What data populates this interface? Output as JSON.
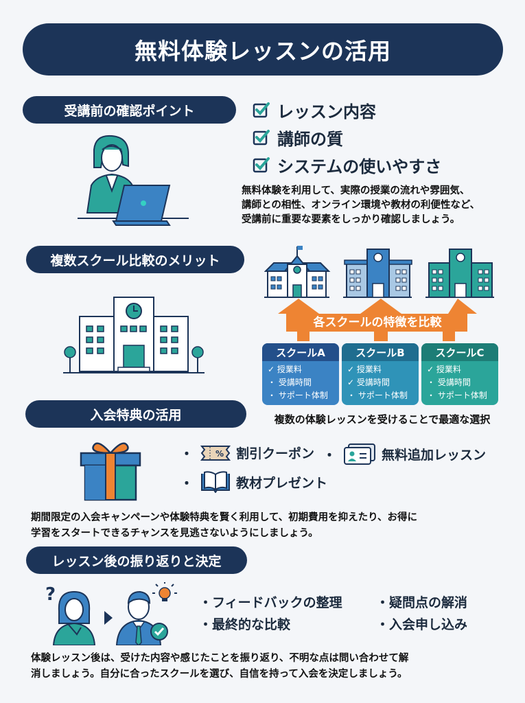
{
  "title": "無料体験レッスンの活用",
  "colors": {
    "navy": "#1c3458",
    "teal": "#2ba59a",
    "blue": "#3b83c4",
    "orange": "#ee8433",
    "background": "#f4f6f9"
  },
  "section1": {
    "heading": "受講前の確認ポイント",
    "illustration": "woman-at-laptop-icon",
    "checklist": [
      {
        "icon": "checkbox-checked-icon",
        "label": "レッスン内容"
      },
      {
        "icon": "checkbox-checked-icon",
        "label": "講師の質"
      },
      {
        "icon": "checkbox-checked-icon",
        "label": "システムの使いやすさ"
      }
    ],
    "description": [
      "無料体験を利用して、実際の授業の流れや雰囲気、",
      "講師との相性、オンライン環境や教材の利便性など、",
      "受講前に重要な要素をしっかり確認しましょう。"
    ]
  },
  "section2": {
    "heading": "複数スクール比較のメリット",
    "illustration": "school-building-icon",
    "arrow_label": "各スクールの特徴を比較",
    "schools": [
      {
        "name": "スクールA",
        "items": [
          {
            "mark": "✓",
            "label": "授業料"
          },
          {
            "mark": "・",
            "label": "受講時間"
          },
          {
            "mark": "・",
            "label": "サポート体制"
          }
        ]
      },
      {
        "name": "スクールB",
        "items": [
          {
            "mark": "✓",
            "label": "授業料"
          },
          {
            "mark": "✓",
            "label": "受講時間"
          },
          {
            "mark": "・",
            "label": "サポート体制"
          }
        ]
      },
      {
        "name": "スクールC",
        "items": [
          {
            "mark": "✓",
            "label": "授業料"
          },
          {
            "mark": "・",
            "label": "受講時間"
          },
          {
            "mark": "・",
            "label": "サポート体制"
          }
        ]
      }
    ],
    "caption": "複数の体験レッスンを受けることで最適な選択"
  },
  "section3": {
    "heading": "入会特典の活用",
    "illustration": "gift-box-icon",
    "benefits": [
      {
        "icon": "discount-coupon-icon",
        "label": "割引クーポン"
      },
      {
        "icon": "lesson-ticket-icon",
        "label": "無料追加レッスン"
      },
      {
        "icon": "open-book-icon",
        "label": "教材プレゼント"
      }
    ],
    "bullet": "・",
    "description": [
      "期間限定の入会キャンペーンや体験特典を賢く利用して、初期費用を抑えたり、お得に",
      "学習をスタートできるチャンスを見逃さないようにしましょう。"
    ]
  },
  "section4": {
    "heading": "レッスン後の振り返りと決定",
    "illustration_before": "questioning-woman-icon",
    "illustration_after": "decided-man-icon",
    "steps": [
      "・フィードバックの整理",
      "・疑問点の解消",
      "・最終的な比較",
      "・入会申し込み"
    ],
    "description": [
      "体験レッスン後は、受けた内容や感じたことを振り返り、不明な点は問い合わせて解",
      "消しましょう。自分に合ったスクールを選び、自信を持って入会を決定しましょう。"
    ]
  }
}
